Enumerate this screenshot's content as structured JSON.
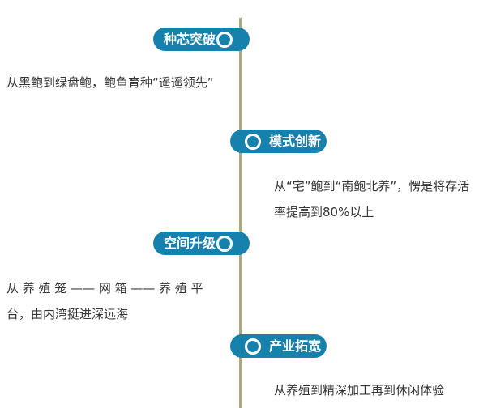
{
  "timeline": [
    {
      "title": "种芯突破",
      "text": "从黑鲍到绿盘鲍，鲍鱼育种“遥遥领先”"
    },
    {
      "title": "模式创新",
      "text": "从“宅”鲍到“南鲍北养”，愣是将存活率提高到80%以上"
    },
    {
      "title": "空间升级",
      "text": "从 养 殖 笼 —— 网 箱 —— 养 殖 平 台，由内湾挺进深远海"
    },
    {
      "title": "产业拓宽",
      "text": "从养殖到精深加工再到休闲体验"
    }
  ]
}
